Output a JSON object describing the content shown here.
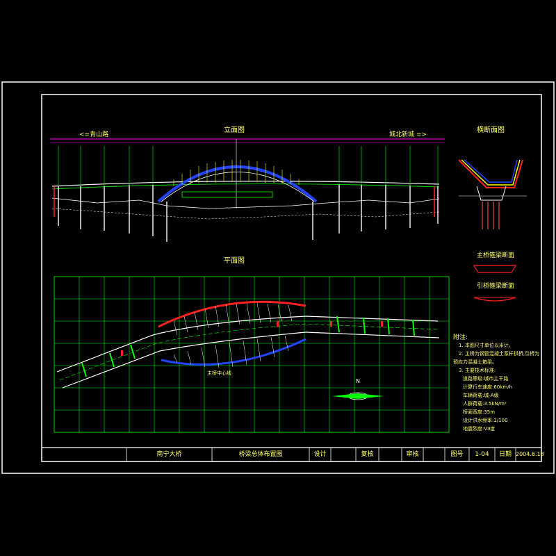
{
  "titles": {
    "elevation": "立面图",
    "plan": "平面图",
    "cross_section": "横断面图",
    "main_girder_section": "主桥箍梁断面",
    "approach_girder_section": "引桥箍梁断面"
  },
  "directions": {
    "left": "<=青山路",
    "right": "城北新城 =>"
  },
  "plan_labels": {
    "north_arrow": "N",
    "center_label": "主桥中心线"
  },
  "notes": {
    "heading": "附注:",
    "lines": [
      "1. 本图尺寸单位以米计。",
      "2. 主桥为钢管混凝土系杆拱桥,引桥为",
      "预应力混凝土箱梁。",
      "3. 主要技术标准:",
      "道路等级:城市主干路",
      "计算行车速度:60km/h",
      "车辆荷载:城-A级",
      "人群荷载:3.5kN/m²",
      "桥面宽度:35m",
      "设计洪水频率:1/100",
      "地震烈度:VII度"
    ]
  },
  "title_block": {
    "project": "南宁大桥",
    "drawing_name": "桥梁总体布置图",
    "designed_label": "设计",
    "reviewed_label": "复核",
    "approved_label": "审核",
    "drawing_no_label": "图号",
    "drawing_no": "1-04",
    "date_label": "日期",
    "date": "2004.6.18"
  },
  "colors": {
    "frame": "#ffffff",
    "grid": "#00ff00",
    "arch": "#2244ff",
    "red": "#ff2020",
    "yellow": "#ffff00",
    "text": "#ffff66"
  }
}
